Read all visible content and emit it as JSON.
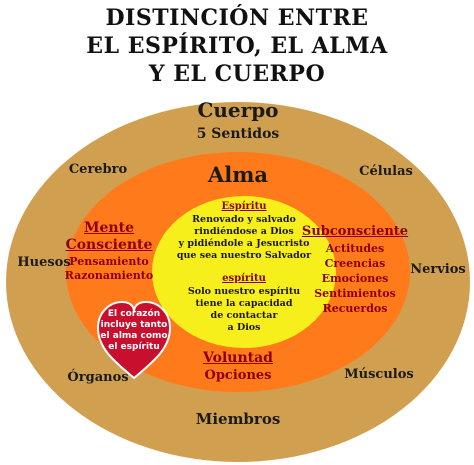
{
  "title": {
    "line1": "DISTINCIÓN ENTRE",
    "line2": "EL ESPÍRITO, EL ALMA",
    "line3": "Y EL CUERPO"
  },
  "cuerpo": {
    "title": "Cuerpo",
    "subtitle": "5 Sentidos",
    "items": [
      "Cerebro",
      "Células",
      "Huesos",
      "Nervios",
      "Órganos",
      "Músculos",
      "Miembros"
    ]
  },
  "alma": {
    "title": "Alma",
    "mente": {
      "heading1": "Mente",
      "heading2": "Consciente",
      "items": [
        "Pensamiento",
        "Razonamiento"
      ]
    },
    "subconsciente": {
      "heading": "Subconsciente",
      "items": [
        "Actitudes",
        "Creencias",
        "Emociones",
        "Sentimientos",
        "Recuerdos"
      ]
    },
    "voluntad": {
      "heading": "Voluntad",
      "items": [
        "Opciones"
      ]
    }
  },
  "espiritu": {
    "heading1": "Espíritu",
    "text1": [
      "Renovado y salvado",
      "rindiéndose a Dios",
      "y pidiéndole a Jesucristo",
      "que sea nuestro Salvador"
    ],
    "heading2": "espíritu",
    "text2": [
      "Solo nuestro espíritu",
      "tiene la capacidad",
      "de contactar",
      "a Dios"
    ]
  },
  "heart": {
    "lines": [
      "El corazón",
      "incluye tanto",
      "el alma como",
      "el espíritu"
    ]
  },
  "colors": {
    "outer_ring": "#d0a050",
    "middle_ring": "#ff7a1a",
    "inner_circle": "#f6ef1c",
    "heart": "#c8102e",
    "text_dark_red": "#8b0000"
  }
}
